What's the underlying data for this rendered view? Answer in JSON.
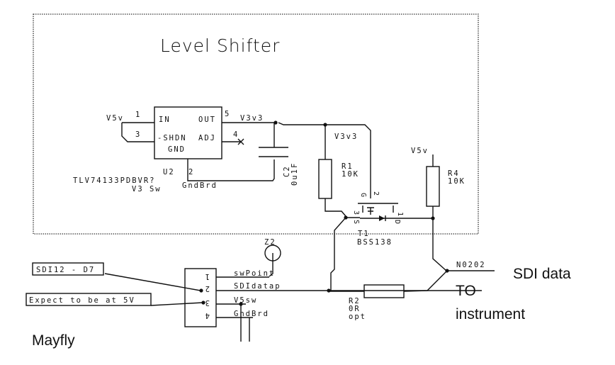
{
  "diagram": {
    "title": "Level Shifter",
    "regulator": {
      "ref": "U2",
      "part": "TLV74133PDBVR?",
      "value": "V3 Sw",
      "pins": {
        "in": "IN",
        "out": "OUT",
        "shdn": "-SHDN",
        "adj": "ADJ",
        "gnd": "GND"
      },
      "pin_numbers": [
        "1",
        "2",
        "3",
        "4",
        "5"
      ],
      "input_net": "V5v",
      "output_net": "V3v3",
      "gnd_net": "GndBrd"
    },
    "capacitor": {
      "ref": "C2",
      "value": "0u1F"
    },
    "resistor_r1": {
      "ref": "R1",
      "value": "10K",
      "net": "V3v3"
    },
    "resistor_r4": {
      "ref": "R4",
      "value": "10K",
      "net": "V5v"
    },
    "mosfet": {
      "ref": "T1",
      "part": "BSS138",
      "gate_label": "G",
      "source_label": "S",
      "drain_label": "D",
      "pin_gate": "2",
      "pin_source": "3",
      "pin_drain": "1"
    },
    "testpoint": {
      "ref": "Z2"
    },
    "connector": {
      "pins": [
        "1",
        "2",
        "3",
        "4"
      ],
      "nets": [
        "swPoint",
        "SDIdatap",
        "V5sw",
        "GndBrd"
      ]
    },
    "resistor_r2": {
      "ref": "R2",
      "value": "0R",
      "note": "opt"
    },
    "net_out": "N0202",
    "annotations": {
      "sdi_pin": "SDI12 - D7",
      "expect_5v": "Expect to be at 5V",
      "mayfly": "Mayfly",
      "sdi_data": "SDI data",
      "to": "TO",
      "instrument": "instrument"
    }
  }
}
